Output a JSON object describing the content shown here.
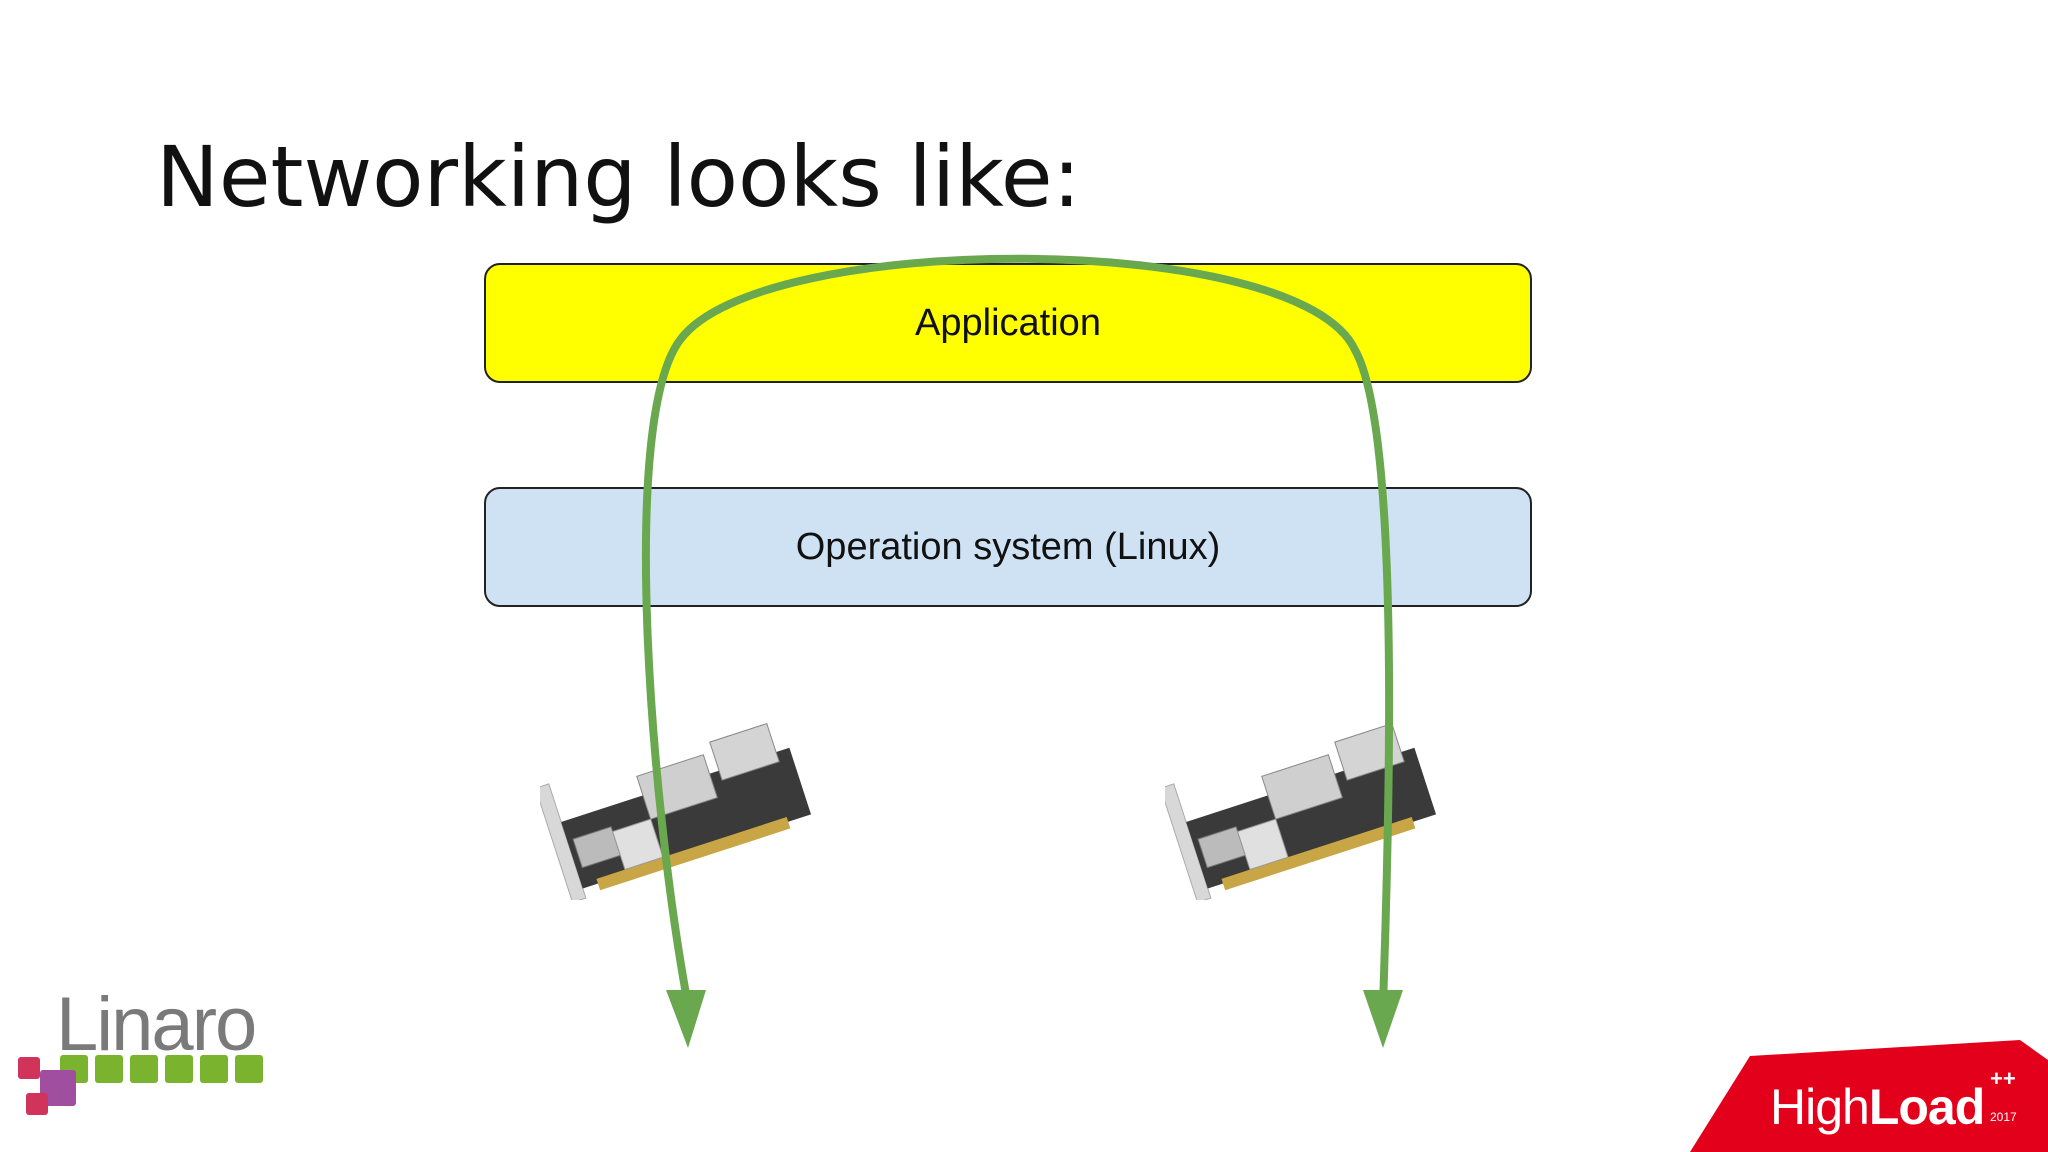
{
  "title": "Networking looks like:",
  "layers": {
    "application": {
      "label": "Application",
      "color": "#ffff00"
    },
    "os": {
      "label": "Operation system (Linux)",
      "color": "#cfe2f3"
    }
  },
  "flow": {
    "color": "#6aa84f",
    "description_icon": "arrow-icon"
  },
  "nics": [
    "network-card-icon",
    "network-card-icon"
  ],
  "logos": {
    "linaro": {
      "text": "Linaro",
      "accent": "#7ab32e"
    },
    "highload": {
      "text_light": "High",
      "text_bold": "Load",
      "sup": "++",
      "year": "2017",
      "color": "#e3001b"
    }
  }
}
